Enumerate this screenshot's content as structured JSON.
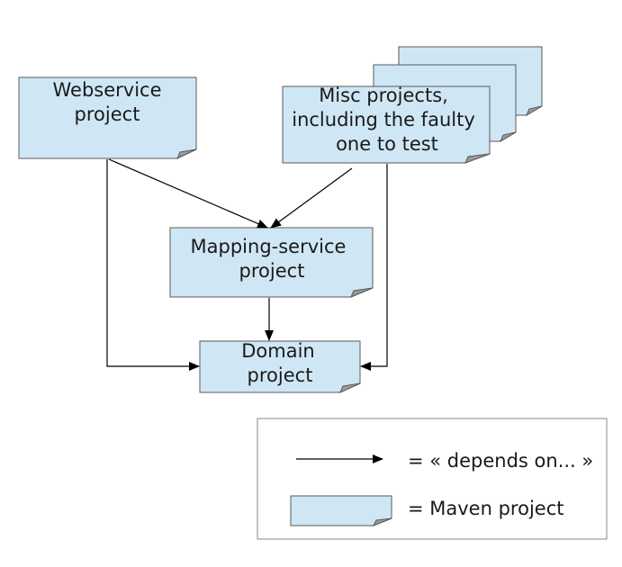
{
  "colors": {
    "note_fill": "#cfe7f5",
    "note_border": "#5a5a5a",
    "arrow": "#000000"
  },
  "nodes": {
    "webservice": {
      "lines": [
        "Webservice",
        "project"
      ]
    },
    "misc": {
      "lines": [
        "Misc projects,",
        "including the faulty",
        "one to test"
      ]
    },
    "mapping": {
      "lines": [
        "Mapping-service",
        "project"
      ]
    },
    "domain": {
      "lines": [
        "Domain",
        "project"
      ]
    }
  },
  "edges": [
    {
      "from": "webservice",
      "to": "mapping"
    },
    {
      "from": "misc",
      "to": "mapping"
    },
    {
      "from": "mapping",
      "to": "domain"
    },
    {
      "from": "webservice",
      "to": "domain"
    },
    {
      "from": "misc",
      "to": "domain"
    }
  ],
  "legend": {
    "arrow_label": "= « depends on... »",
    "box_label": "= Maven project"
  }
}
